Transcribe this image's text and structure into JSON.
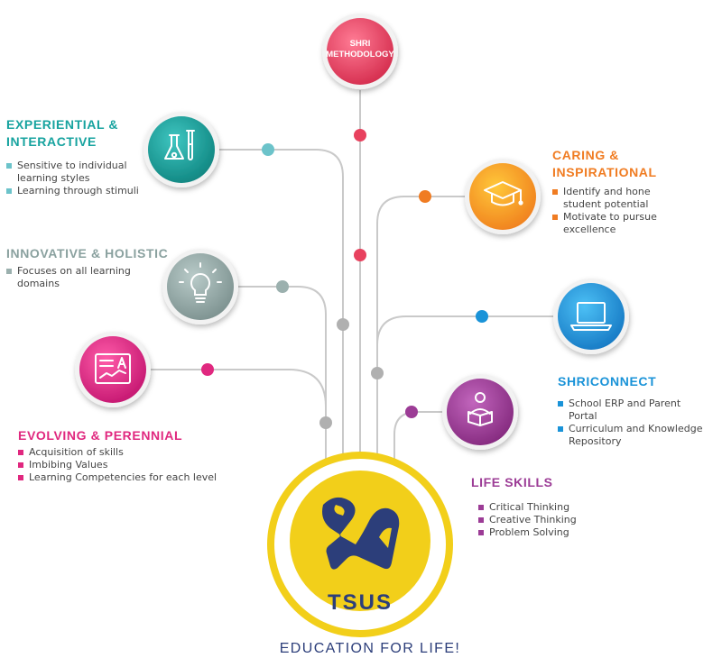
{
  "methodology": {
    "line1": "SHRI",
    "line2": "METHODOLOGY",
    "color": "#e8415e"
  },
  "nodes": {
    "experiential": {
      "heading_line1": "EXPERIENTIAL &",
      "heading_line2": "INTERACTIVE",
      "color": "#17a39f",
      "bullet_color": "#6cc3ca",
      "icon": "test-tube-flask-icon",
      "bullets": [
        "Sensitive to individual learning styles",
        "Learning through stimuli"
      ]
    },
    "innovative": {
      "heading_line1": "INNOVATIVE & HOLISTIC",
      "color": "#8aa19f",
      "bullet_color": "#9bb0ae",
      "icon": "light-bulb-icon",
      "bullets": [
        "Focuses on all learning domains"
      ]
    },
    "evolving": {
      "heading_line1": "EVOLVING & PERENNIAL",
      "color": "#e0287f",
      "bullet_color": "#e0287f",
      "icon": "chart-board-icon",
      "bullets": [
        "Acquisition of skills",
        "Imbibing Values",
        "Learning Competencies for each level"
      ]
    },
    "caring": {
      "heading_line1": "CARING &",
      "heading_line2": "INSPIRATIONAL",
      "color": "#f07c22",
      "bullet_color": "#f07c22",
      "icon": "graduation-cap-icon",
      "bullets": [
        "Identify and hone student potential",
        "Motivate to pursue excellence"
      ]
    },
    "shriconnect": {
      "heading_line1": "SHRICONNECT",
      "color": "#1a93d8",
      "bullet_color": "#1a93d8",
      "icon": "laptop-icon",
      "bullets": [
        "School ERP and Parent Portal",
        "Curriculum and Knowledge Repository"
      ]
    },
    "lifeskills": {
      "heading_line1": "LIFE SKILLS",
      "color": "#9c3c96",
      "bullet_color": "#9c3c96",
      "icon": "reading-person-icon",
      "bullets": [
        "Critical Thinking",
        "Creative Thinking",
        "Problem Solving"
      ]
    }
  },
  "logo": {
    "text": "TSUS",
    "ring_color": "#f2cf1a",
    "text_color": "#2c3e7a"
  },
  "tagline": "EDUCATION FOR LIFE!"
}
